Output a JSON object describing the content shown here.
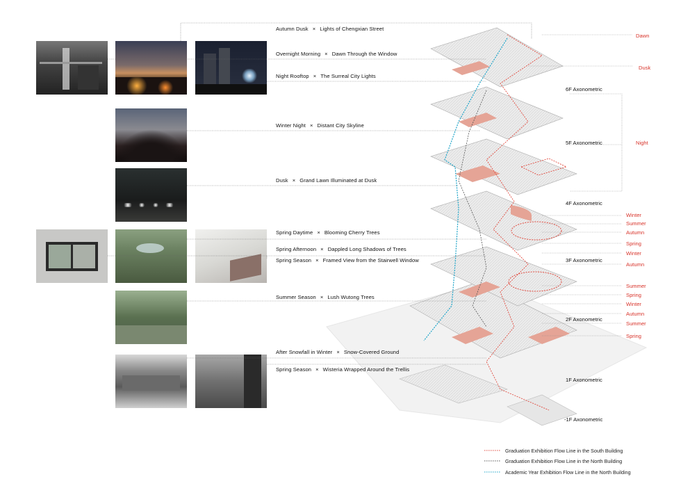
{
  "connections": [
    {
      "a": "Autumn Dusk",
      "b": "Lights of Chengxian Street"
    },
    {
      "a": "Overnight Morning",
      "b": "Dawn Through the Window"
    },
    {
      "a": "Night Rooftop",
      "b": "The Surreal City Lights"
    },
    {
      "a": "Winter Night",
      "b": "Distant City Skyline"
    },
    {
      "a": "Dusk",
      "b": "Grand Lawn Illuminated at Dusk"
    },
    {
      "a": "Spring Daytime",
      "b": "Blooming Cherry Trees"
    },
    {
      "a": "Spring Afternoon",
      "b": "Dappled Long Shadows of Trees"
    },
    {
      "a": "Spring Season",
      "b": "Framed View from the Stairwell Window"
    },
    {
      "a": "Summer Season",
      "b": "Lush Wutong Trees"
    },
    {
      "a": "After Snowfall in Winter",
      "b": "Snow-Covered Ground"
    },
    {
      "a": "Spring Season",
      "b": "Wisteria Wrapped Around the Trellis"
    }
  ],
  "separator": "×",
  "floors": [
    "6F Axonometric",
    "5F Axonometric",
    "4F Axonometric",
    "3F Axonometric",
    "2F Axonometric",
    "1F Axonometric",
    "-1F Axonometric"
  ],
  "times_of_day": [
    "Dawn",
    "Dusk",
    "Night"
  ],
  "seasons": [
    "Winter",
    "Summer",
    "Autumn",
    "Spring",
    "Winter",
    "Autumn",
    "Summer",
    "Spring",
    "Winter",
    "Autumn",
    "Summer",
    "Spring"
  ],
  "legend": [
    {
      "label": "Graduation Exhibition Flow Line in the South Building",
      "color": "#e0483c",
      "style": "dotted"
    },
    {
      "label": "Graduation Exhibition Flow Line in the North Building",
      "color": "#555555",
      "style": "dotted"
    },
    {
      "label": "Academic Year Exhibition Flow Line in the North Building",
      "color": "#1aa3c8",
      "style": "dotted"
    }
  ],
  "colors": {
    "accent_red": "#d8332a",
    "flow_cyan": "#1aa3c8",
    "flow_grey": "#555555",
    "building": "#e8e8e8",
    "highlight": "#e5a496"
  },
  "photos": [
    "interior-studio",
    "dusk-street",
    "night-towers",
    "winter-trees",
    "lawn-night",
    "window-frame",
    "cherry-trees",
    "blossom",
    "wutong-trees",
    "snow-ground",
    "wisteria-trellis"
  ]
}
